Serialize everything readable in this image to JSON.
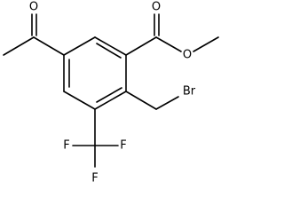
{
  "molecule": {
    "atoms": {
      "ketone_oxygen": "O",
      "ester_carbonyl_oxygen": "O",
      "ester_oxygen": "O",
      "bromine": "Br",
      "fluorine_top": "F",
      "fluorine_left": "F",
      "fluorine_right": "F"
    }
  }
}
